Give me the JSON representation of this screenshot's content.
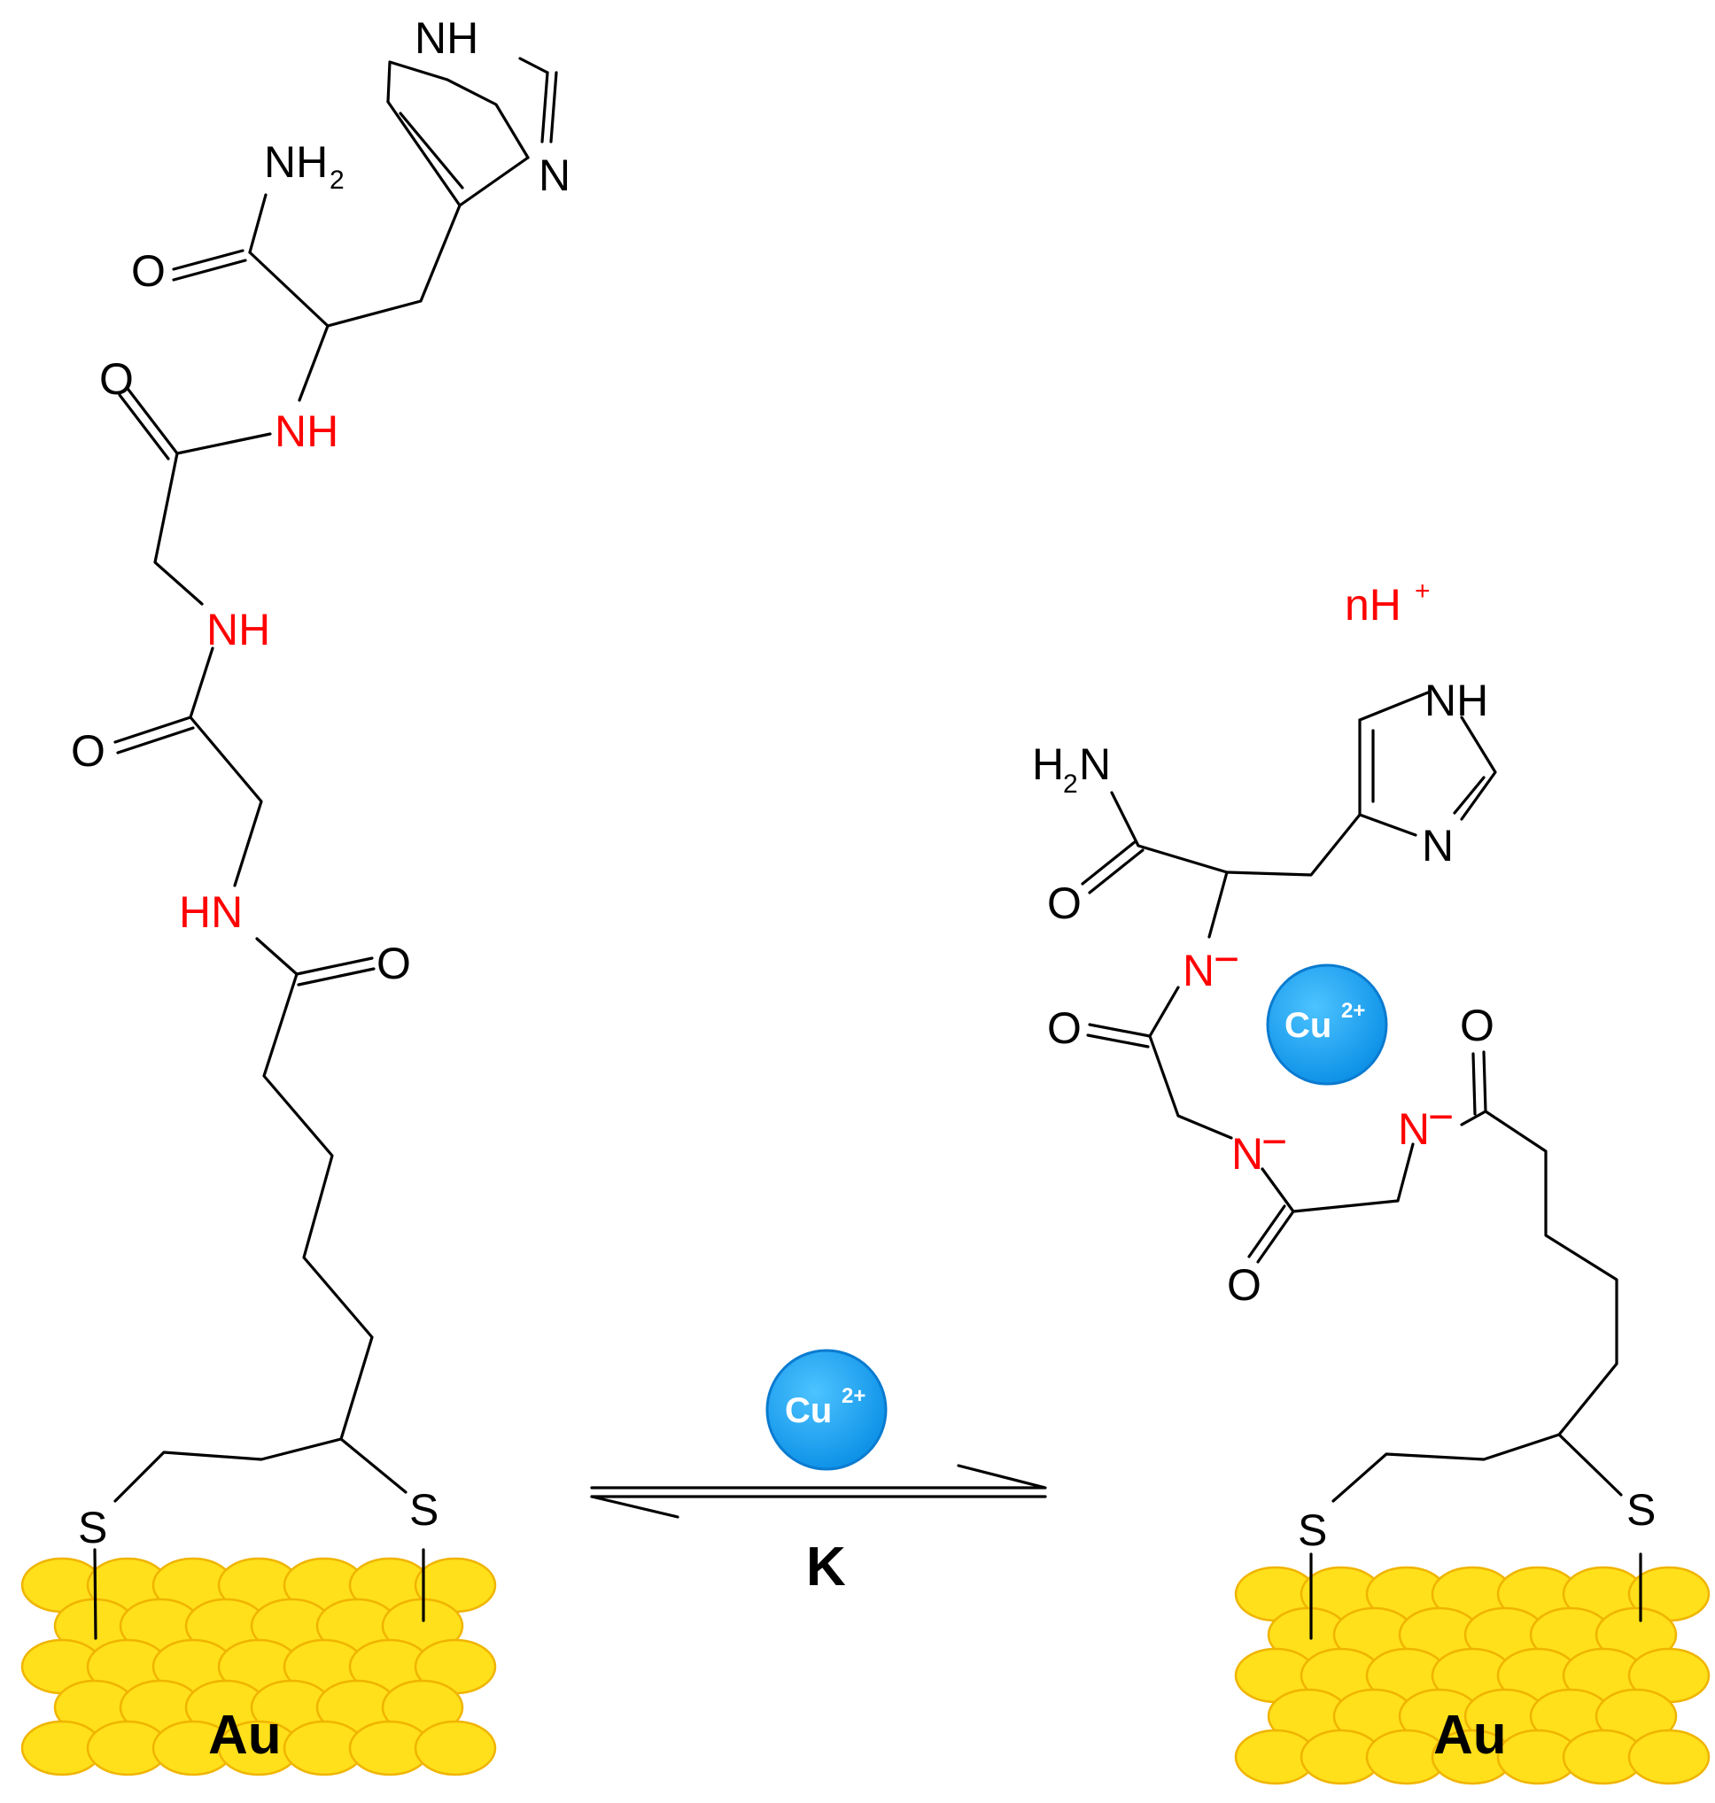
{
  "colors": {
    "bond": "#000000",
    "deprotonated_nitrogen": "#ff0000",
    "gold_fill": "#ffe01a",
    "gold_edge": "#f0b400",
    "copper_ion": "#1ea0ff"
  },
  "left": {
    "labels": {
      "nh_ring": "NH",
      "n_ring": "N",
      "nh2": "NH",
      "nh2_sub": "2",
      "o1": "O",
      "o2": "O",
      "nh_amide1": "NH",
      "nh_amide2": "NH",
      "o3": "O",
      "hn_amide3": "HN",
      "o4": "O",
      "s1": "S",
      "s2": "S"
    },
    "surface_label": "Au"
  },
  "right": {
    "proton_release": "nH",
    "proton_charge": "+",
    "labels": {
      "nh_ring": "NH",
      "n_ring": "N",
      "h2n_h": "H",
      "h2n_sub": "2",
      "h2n_n": "N",
      "o1": "O",
      "n_minus1": "N",
      "o2": "O",
      "n_minus2": "N",
      "o3": "O",
      "o4": "O",
      "n_minus3": "N",
      "minus": "−",
      "s1": "S",
      "s2": "S"
    },
    "ion": {
      "symbol": "Cu",
      "charge": "2+"
    },
    "surface_label": "Au"
  },
  "equilibrium": {
    "ion": {
      "symbol": "Cu",
      "charge": "2+"
    },
    "constant": "K"
  }
}
